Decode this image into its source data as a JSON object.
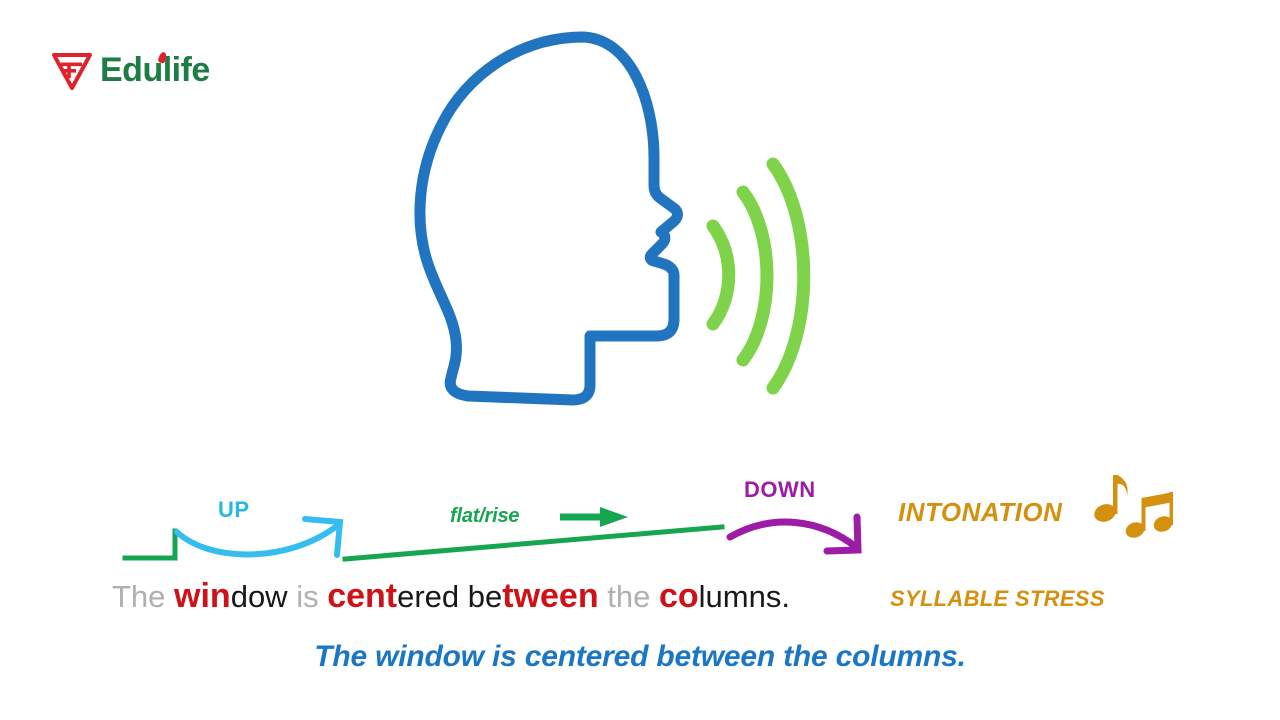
{
  "brand": {
    "name": "Edulife",
    "logo_mark": "triangle-f-logo",
    "mark_color": "#e0232b",
    "text_color": "#1e7d45"
  },
  "illustration": {
    "name": "speaking-head-profile",
    "head_color": "#2175c0",
    "soundwave_color": "#7ed34a",
    "soundwave_count": 3
  },
  "diagram": {
    "baseline_color": "#16a651",
    "labels": {
      "up": "UP",
      "flat_rise": "flat/rise",
      "down": "DOWN"
    },
    "colors": {
      "up": "#29b6e8",
      "flat_rise": "#16a651",
      "down": "#9c1ca5"
    }
  },
  "tags": {
    "intonation": "INTONATION",
    "syllable_stress": "SYLLABLE STRESS",
    "tag_color": "#d4900f",
    "music_note_icon": "music-notes-icon"
  },
  "stress_sentence": {
    "full_text": "The window is centered between the columns.",
    "segments": [
      {
        "text": "The ",
        "style": "gray"
      },
      {
        "text": "win",
        "style": "red"
      },
      {
        "text": "dow ",
        "style": "black"
      },
      {
        "text": "is ",
        "style": "gray"
      },
      {
        "text": "cent",
        "style": "red"
      },
      {
        "text": "ered be",
        "style": "black"
      },
      {
        "text": "tween",
        "style": "red"
      },
      {
        "text": " the ",
        "style": "gray"
      },
      {
        "text": "co",
        "style": "red"
      },
      {
        "text": "lumns.",
        "style": "black"
      }
    ]
  },
  "bottom_sentence": {
    "text": "The window is centered between the columns.",
    "color": "#1b77c4"
  }
}
